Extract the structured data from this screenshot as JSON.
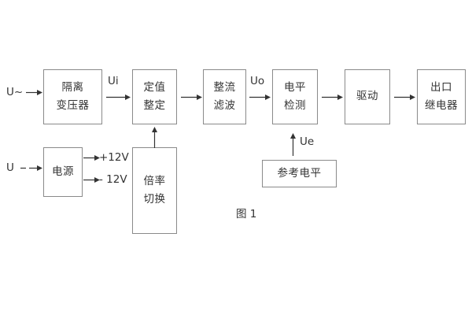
{
  "diagram": {
    "caption": "图 1",
    "inputs": [
      {
        "name": "ac-input",
        "label": "U~"
      },
      {
        "name": "dc-input",
        "label": "U"
      }
    ],
    "signal_labels": [
      {
        "name": "ui",
        "label": "Ui"
      },
      {
        "name": "uo",
        "label": "Uo"
      },
      {
        "name": "ue",
        "label": "Ue"
      }
    ],
    "supply_rails": [
      {
        "name": "rail-positive",
        "label": "+12V"
      },
      {
        "name": "rail-negative",
        "label": "- 12V"
      }
    ],
    "blocks": [
      {
        "name": "isolation-transformer",
        "lines": [
          "隔离",
          "变压器"
        ]
      },
      {
        "name": "setpoint-adjust",
        "lines": [
          "定值",
          "整定"
        ]
      },
      {
        "name": "rectify-filter",
        "lines": [
          "整流",
          "滤波"
        ]
      },
      {
        "name": "level-detection",
        "lines": [
          "电平",
          "检测"
        ]
      },
      {
        "name": "drive",
        "lines": [
          "驱动"
        ]
      },
      {
        "name": "output-relay",
        "lines": [
          "出口",
          "继电器"
        ]
      },
      {
        "name": "power-supply",
        "lines": [
          "电源"
        ]
      },
      {
        "name": "multiplier-switch",
        "lines": [
          "倍率",
          "切换"
        ]
      },
      {
        "name": "reference-level",
        "lines": [
          "参考电平"
        ]
      }
    ],
    "colors": {
      "border": "#8a8a8a",
      "text": "#333333",
      "background": "#ffffff"
    }
  }
}
